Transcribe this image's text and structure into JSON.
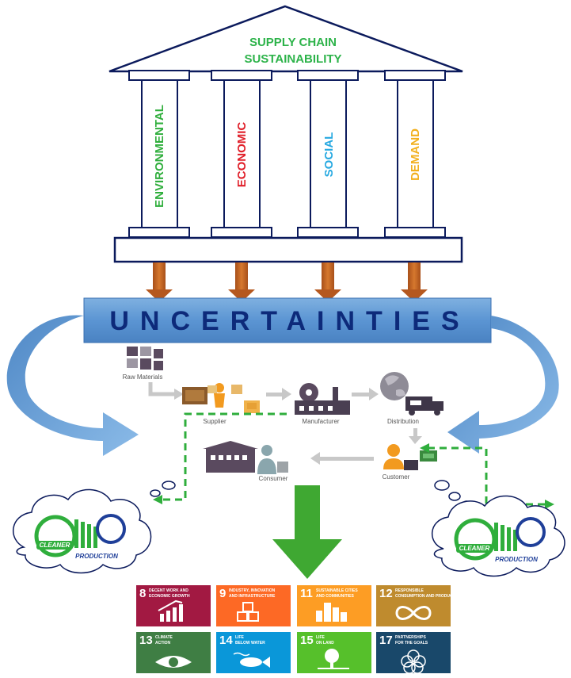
{
  "roof": {
    "title_line1": "SUPPLY CHAIN",
    "title_line2": "SUSTAINABILITY"
  },
  "pillars": [
    {
      "label": "ENVIRONMENTAL",
      "color": "#2fae3c"
    },
    {
      "label": "ECONOMIC",
      "color": "#e0202a"
    },
    {
      "label": "SOCIAL",
      "color": "#27a9e1"
    },
    {
      "label": "DEMAND",
      "color": "#f2b01e"
    }
  ],
  "banner": {
    "label": "UNCERTAINTIES"
  },
  "supply_chain": {
    "raw_materials": "Raw Materials",
    "supplier": "Supplier",
    "manufacturer": "Manufacturer",
    "distribution": "Distribution",
    "customer": "Customer",
    "consumer": "Consumer"
  },
  "cleaner_production": {
    "word1": "CLEANER",
    "word2": "PRODUCTION"
  },
  "sdgs": [
    {
      "num": "8",
      "line1": "DECENT WORK AND",
      "line2": "ECONOMIC GROWTH",
      "color": "#a21942",
      "icon": "growth-chart-icon"
    },
    {
      "num": "9",
      "line1": "INDUSTRY, INNOVATION",
      "line2": "AND INFRASTRUCTURE",
      "color": "#fd6925",
      "icon": "cubes-icon"
    },
    {
      "num": "11",
      "line1": "SUSTAINABLE CITIES",
      "line2": "AND COMMUNITIES",
      "color": "#fd9d24",
      "icon": "city-icon"
    },
    {
      "num": "12",
      "line1": "RESPONSIBLE",
      "line2": "CONSUMPTION AND PRODUCTION",
      "color": "#bf8b2e",
      "icon": "infinity-icon"
    },
    {
      "num": "13",
      "line1": "CLIMATE",
      "line2": "ACTION",
      "color": "#3f7e44",
      "icon": "eye-globe-icon"
    },
    {
      "num": "14",
      "line1": "LIFE",
      "line2": "BELOW WATER",
      "color": "#0a97d9",
      "icon": "fish-icon"
    },
    {
      "num": "15",
      "line1": "LIFE",
      "line2": "ON LAND",
      "color": "#56c02b",
      "icon": "tree-icon"
    },
    {
      "num": "17",
      "line1": "PARTNERSHIPS",
      "line2": "FOR THE GOALS",
      "color": "#19486a",
      "icon": "rings-icon"
    }
  ]
}
